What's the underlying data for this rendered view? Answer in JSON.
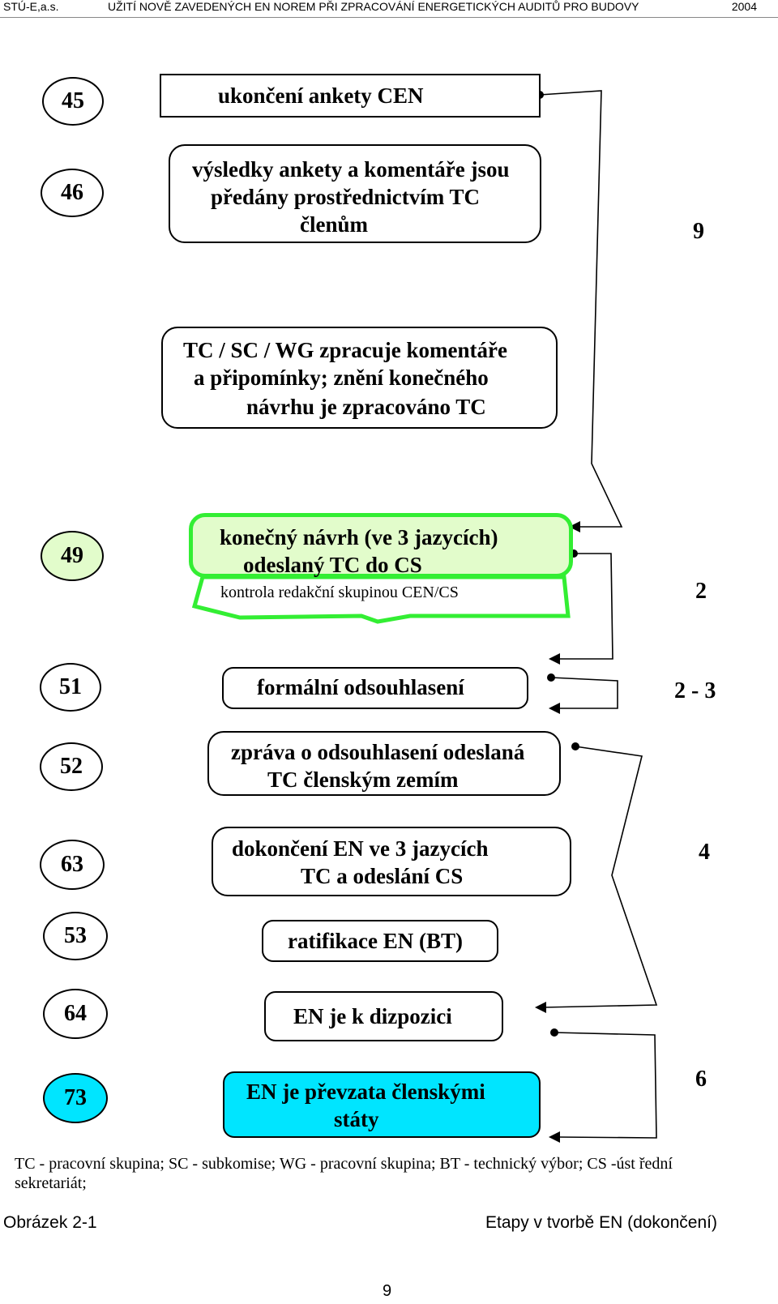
{
  "header": {
    "org": "STÚ-E,a.s.",
    "title": "UŽITÍ NOVĚ ZAVEDENÝCH EN NOREM PŘI ZPRACOVÁNÍ ENERGETICKÝCH AUDITŮ PRO BUDOVY",
    "year": "2004"
  },
  "colors": {
    "green_fill": "#e2fccb",
    "green_border": "#33ee33",
    "cyan_fill": "#00e5ff"
  },
  "steps": {
    "s45": {
      "num": "45",
      "line1": "ukončení ankety CEN"
    },
    "s46": {
      "num": "46",
      "line1": "výsledky ankety a komentáře jsou",
      "line2": "předány prostřednictvím TC",
      "line3": "členům"
    },
    "s_tc": {
      "line1": "TC / SC / WG zpracuje komentáře",
      "line2": "a připomínky; znění konečného",
      "line3": "návrhu je zpracováno TC"
    },
    "s49": {
      "num": "49",
      "line1": "konečný návrh (ve 3 jazycích)",
      "line2": "odeslaný TC  do  CS",
      "sub": "kontrola redakční skupinou   CEN/CS"
    },
    "s51": {
      "num": "51",
      "line1": "formální  odsouhlasení"
    },
    "s52": {
      "num": "52",
      "line1": "zpráva o odsouhlasení odeslaná",
      "line2": "TC členským zemím"
    },
    "s63": {
      "num": "63",
      "line1": "dokončení EN ve 3 jazycích",
      "line2": "TC a odeslání CS"
    },
    "s53": {
      "num": "53",
      "line1": "ratifikace EN  (BT)"
    },
    "s64": {
      "num": "64",
      "line1": "EN   je  k  dizpozici"
    },
    "s73": {
      "num": "73",
      "line1": "EN  je  převzata členskými",
      "line2": "státy"
    }
  },
  "durations": {
    "d1": "9",
    "d2": "2",
    "d3": "2 - 3",
    "d4": "4",
    "d5": "6"
  },
  "legend": {
    "line1": "TC - pracovní skupina;  SC - subkomise;  WG - pracovní skupina;  BT - technický výbor; CS -úst řední",
    "line2": "sekretariát;"
  },
  "caption": {
    "label": "Obrázek 2-1",
    "title": "Etapy v tvorbě EN (dokončení)"
  },
  "page_number": "9"
}
